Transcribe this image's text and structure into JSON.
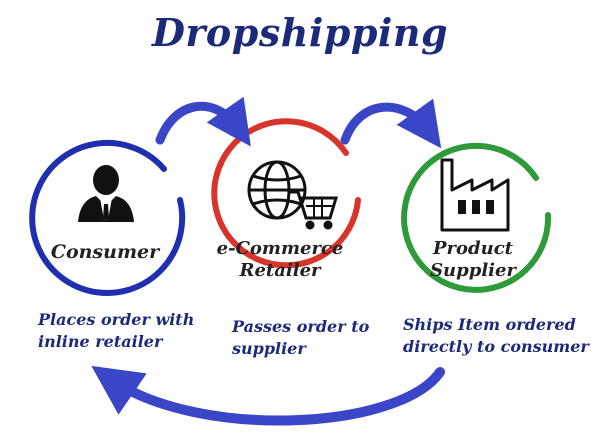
{
  "title": "Dropshipping",
  "colors": {
    "title": "#1c2a7a",
    "consumer": "#1f2fb0",
    "retailer": "#d8342a",
    "supplier": "#2e9a3a",
    "arrow": "#3b45c8",
    "text": "#222222"
  },
  "nodes": [
    {
      "id": "consumer",
      "label_lines": [
        "Consumer"
      ],
      "description_lines": [
        "Places order with",
        "inline retailer"
      ],
      "icon": "businessman-icon"
    },
    {
      "id": "retailer",
      "label_lines": [
        "e-Commerce",
        "Retailer"
      ],
      "description_lines": [
        "Passes order to",
        "supplier"
      ],
      "icon": "globe-cart-icon"
    },
    {
      "id": "supplier",
      "label_lines": [
        "Product",
        "Supplier"
      ],
      "description_lines": [
        "Ships Item ordered",
        "directly to consumer"
      ],
      "icon": "factory-icon"
    }
  ],
  "flows": [
    {
      "from": "consumer",
      "to": "retailer"
    },
    {
      "from": "retailer",
      "to": "supplier"
    },
    {
      "from": "supplier",
      "to": "consumer"
    }
  ]
}
